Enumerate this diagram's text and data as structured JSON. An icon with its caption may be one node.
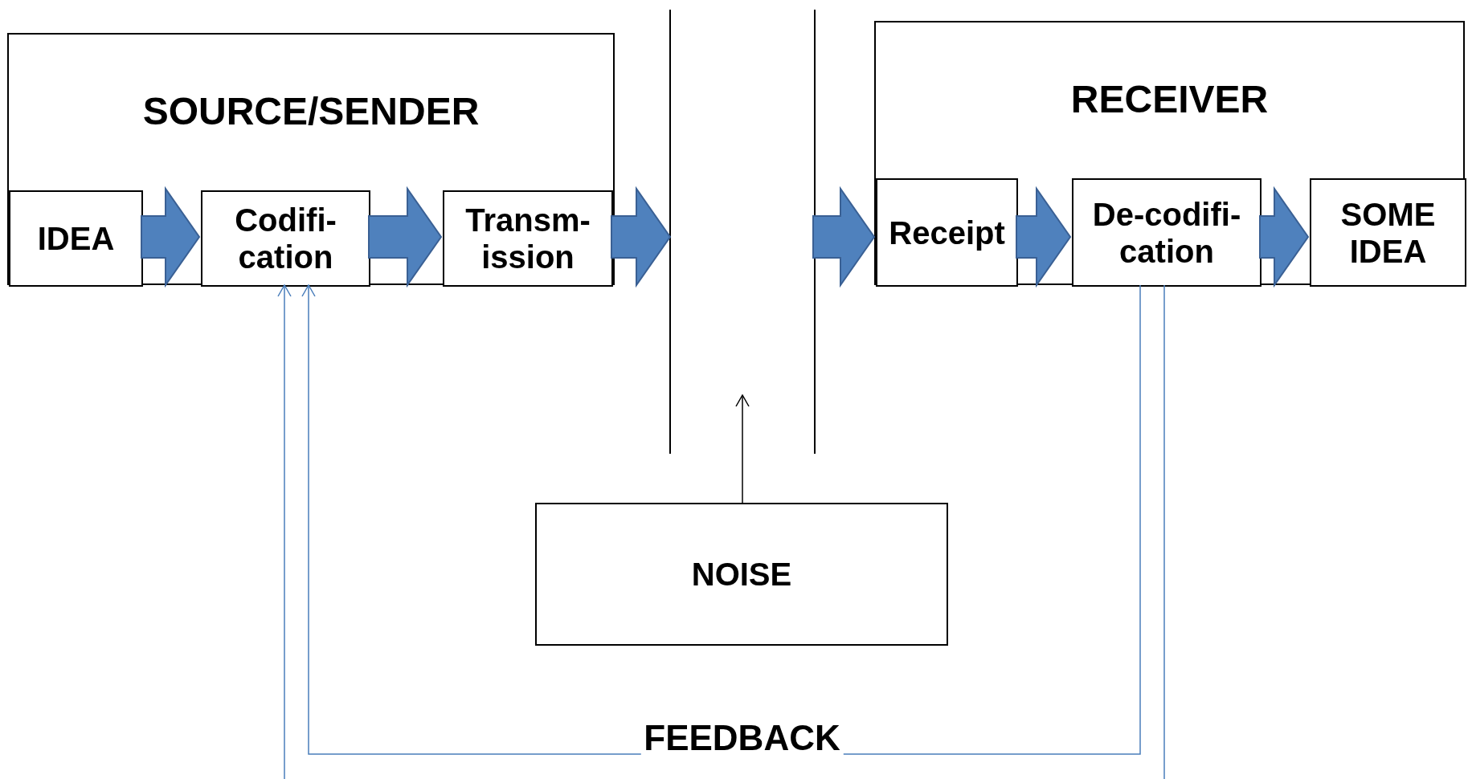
{
  "diagram": {
    "nodes": [
      {
        "text": [
          "SOURCE/SENDER"
        ]
      },
      {
        "text": [
          "IDEA"
        ],
        "in": 0
      },
      {
        "text": [
          "Codifi- cation"
        ],
        "in": 0
      },
      {
        "text": [
          "Transm- ission"
        ],
        "in": 0
      },
      {
        "text": [
          "RECEIVER"
        ]
      },
      {
        "text": [
          "Receipt"
        ],
        "in": 4
      },
      {
        "text": [
          "De-codifi- cation"
        ],
        "in": 4
      },
      {
        "text": [
          "SOME IDEA"
        ],
        "in": 4
      },
      {
        "text": [
          "NOISE"
        ]
      }
    ],
    "edges": [
      {
        "from": 1,
        "to": 2,
        "arrow": "to",
        "style": "thick"
      },
      {
        "from": 2,
        "to": 3,
        "arrow": "to",
        "style": "thick"
      },
      {
        "from": 3,
        "to": null,
        "arrow": "to",
        "style": "thick"
      },
      {
        "from": null,
        "to": 5,
        "arrow": "to",
        "style": "thick"
      },
      {
        "from": 5,
        "to": 6,
        "arrow": "to",
        "style": "thick"
      },
      {
        "from": 6,
        "to": 7,
        "arrow": "to",
        "style": "thick"
      },
      {
        "from": 8,
        "to": null,
        "arrow": "to",
        "color": "#000000"
      },
      {
        "from": 6,
        "to": 2,
        "arrow": "to",
        "label": "FEEDBACK"
      },
      {
        "from": 6,
        "to": null,
        "arrow": "none"
      },
      {
        "from": null,
        "to": 2,
        "arrow": "to"
      }
    ]
  }
}
